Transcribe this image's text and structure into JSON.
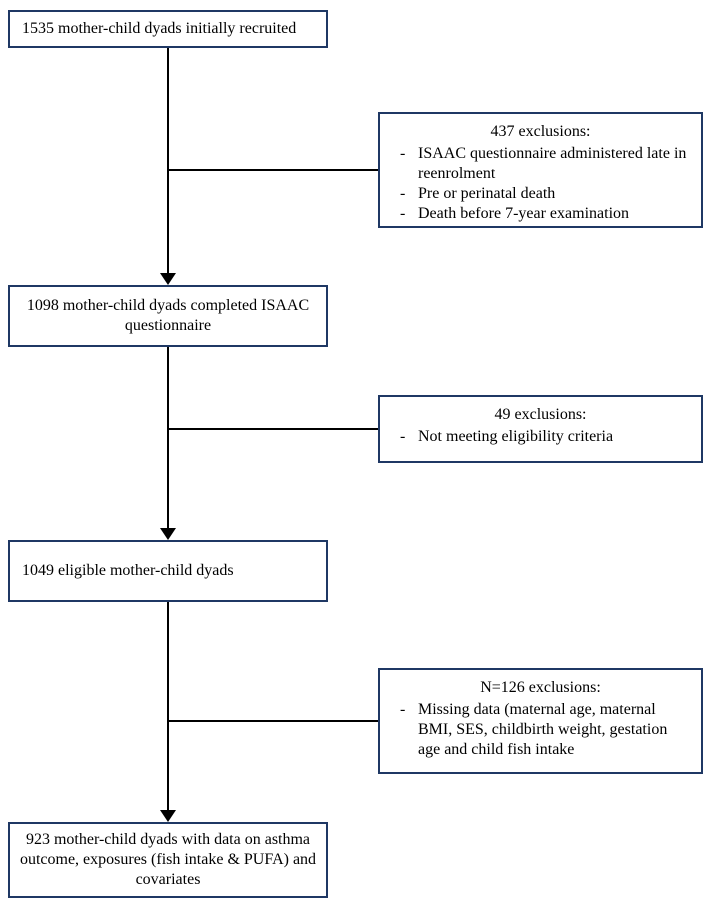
{
  "diagram": {
    "bullet": "-",
    "box_border_color": "#1f3864",
    "line_color": "#000000"
  },
  "boxes": {
    "recruited": {
      "text": "1535 mother-child dyads initially recruited"
    },
    "completed": {
      "text": "1098 mother-child dyads completed ISAAC questionnaire"
    },
    "eligible": {
      "text": "1049 eligible mother-child dyads"
    },
    "final": {
      "text": "923 mother-child dyads with data on asthma outcome, exposures (fish intake & PUFA) and covariates"
    }
  },
  "exclusions": [
    {
      "title": "437 exclusions:",
      "items": [
        "ISAAC questionnaire administered late in reenrolment",
        "Pre or perinatal death",
        "Death before 7-year examination"
      ]
    },
    {
      "title": "49 exclusions:",
      "items": [
        "Not meeting eligibility criteria"
      ]
    },
    {
      "title": "N=126 exclusions:",
      "items": [
        "Missing data (maternal age, maternal BMI, SES, childbirth weight, gestation age and child fish intake"
      ]
    }
  ]
}
